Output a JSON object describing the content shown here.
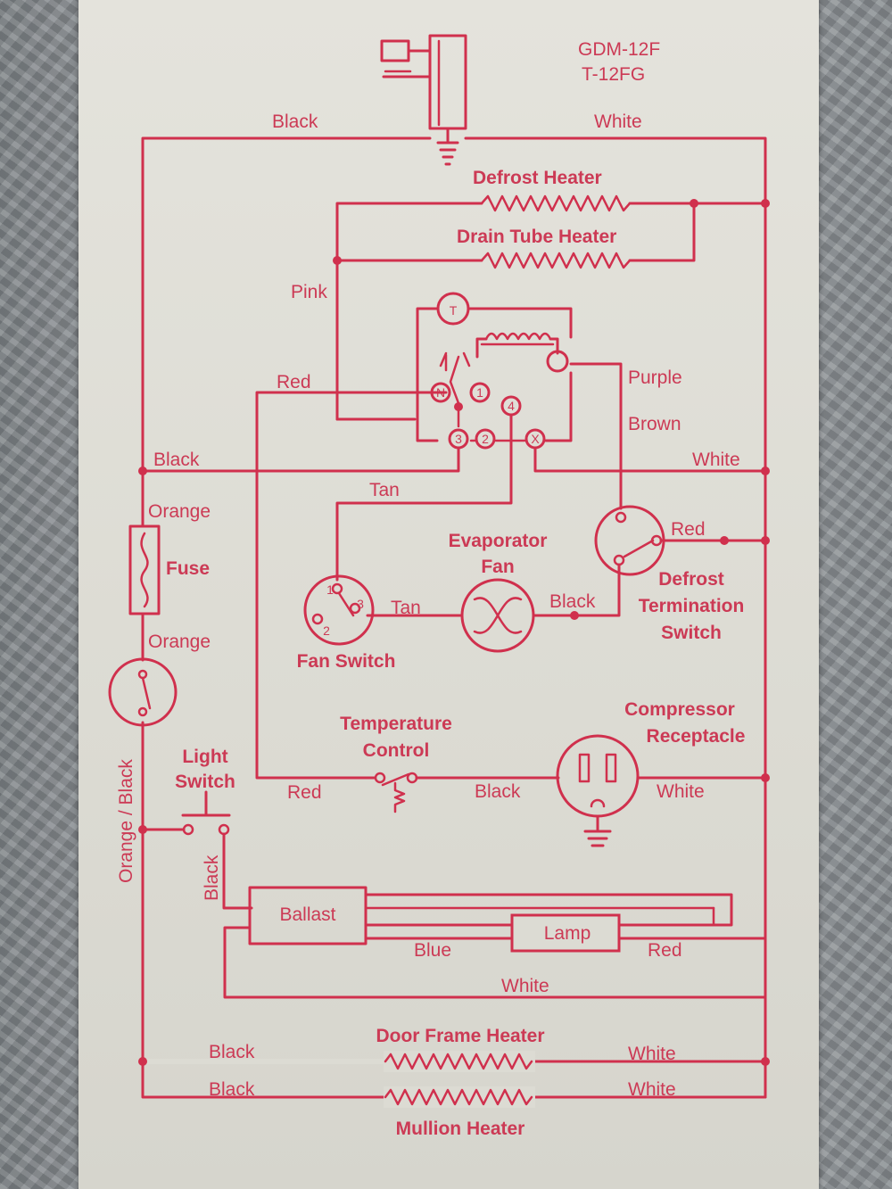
{
  "model": [
    "GDM-12F",
    "T-12FG"
  ],
  "wires": {
    "black_top": "Black",
    "white_top": "White",
    "pink": "Pink",
    "red_left": "Red",
    "purple": "Purple",
    "brown": "Brown",
    "black_mid": "Black",
    "white_mid": "White",
    "tan_top": "Tan",
    "orange_top": "Orange",
    "orange_bottom": "Orange",
    "red_defrost": "Red",
    "tan_fan": "Tan",
    "black_fan": "Black",
    "orange_black": "Orange / Black",
    "red_temp": "Red",
    "black_temp": "Black",
    "white_recept": "White",
    "black_light": "Black",
    "blue": "Blue",
    "red_lamp": "Red",
    "white_lamp": "White",
    "black_door": "Black",
    "white_door": "White",
    "black_mullion": "Black",
    "white_mullion": "White"
  },
  "components": {
    "defrost_heater": "Defrost Heater",
    "drain_tube_heater": "Drain Tube Heater",
    "fuse": "Fuse",
    "evaporator_fan_line1": "Evaporator",
    "evaporator_fan_line2": "Fan",
    "defrost_termination_line1": "Defrost",
    "defrost_termination_line2": "Termination",
    "defrost_termination_line3": "Switch",
    "fan_switch": "Fan Switch",
    "temperature_control_line1": "Temperature",
    "temperature_control_line2": "Control",
    "compressor_receptacle_line1": "Compressor",
    "compressor_receptacle_line2": "Receptacle",
    "light_switch_line1": "Light",
    "light_switch_line2": "Switch",
    "ballast": "Ballast",
    "lamp": "Lamp",
    "door_frame_heater": "Door Frame Heater",
    "mullion_heater": "Mullion Heater"
  },
  "timer": {
    "t": "T",
    "n": "N",
    "t1": "1",
    "t2": "2",
    "t3": "3",
    "t4": "4",
    "tx": "X"
  },
  "fan_switch_terminals": {
    "t1": "1",
    "t2": "2",
    "t3": "3"
  },
  "colors": {
    "ink": "#d0304d",
    "card": "#e0dfd8",
    "metal": "#8d9296"
  }
}
